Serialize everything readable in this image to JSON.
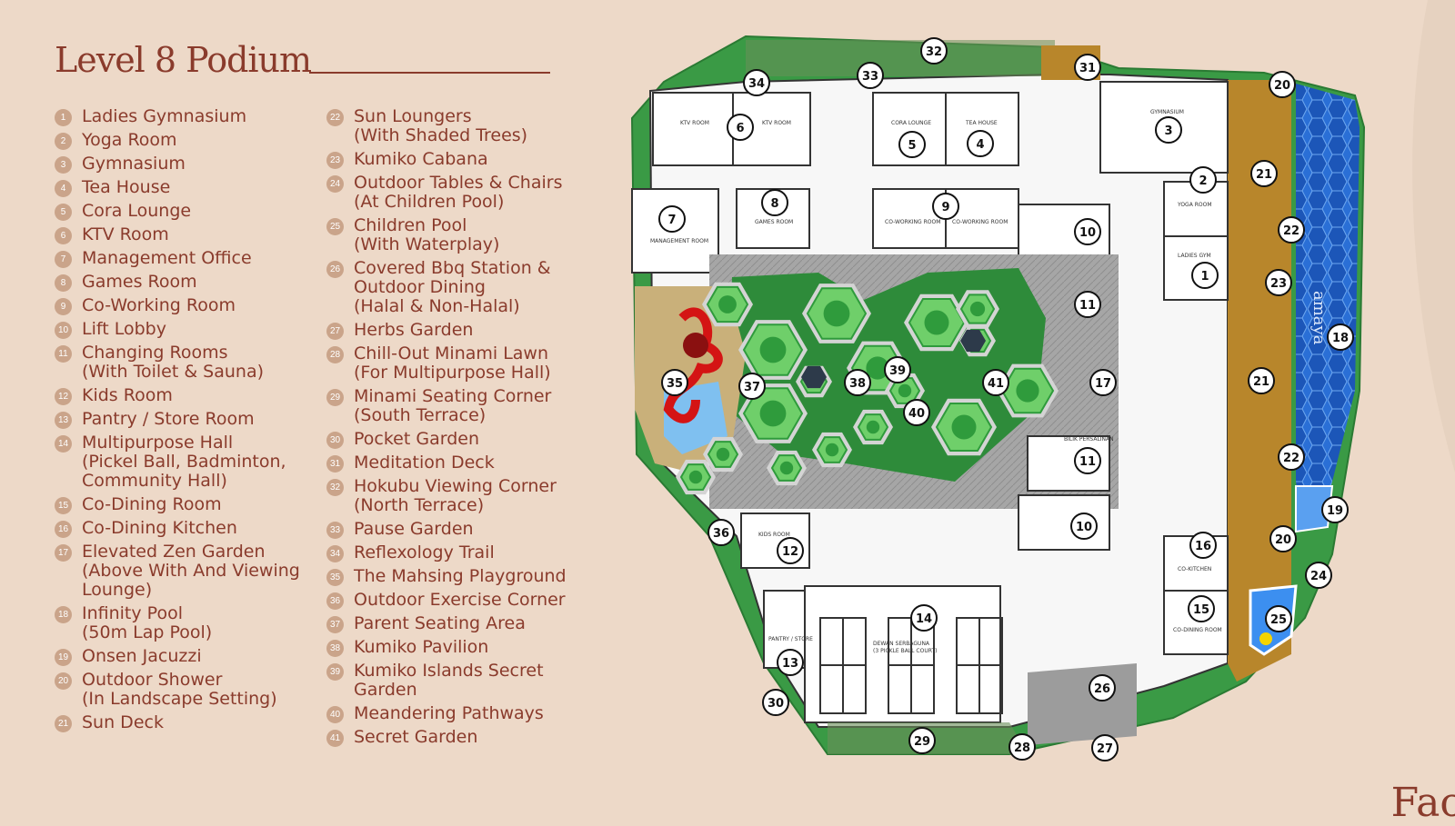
{
  "title": "Level 8 Podium",
  "corner_text": "Fac",
  "legend_col1": [
    {
      "num": "1",
      "label": "Ladies Gymnasium"
    },
    {
      "num": "2",
      "label": "Yoga Room"
    },
    {
      "num": "3",
      "label": "Gymnasium"
    },
    {
      "num": "4",
      "label": "Tea House"
    },
    {
      "num": "5",
      "label": "Cora Lounge"
    },
    {
      "num": "6",
      "label": "KTV Room"
    },
    {
      "num": "7",
      "label": "Management Office"
    },
    {
      "num": "8",
      "label": "Games Room"
    },
    {
      "num": "9",
      "label": "Co-Working Room"
    },
    {
      "num": "10",
      "label": "Lift Lobby"
    },
    {
      "num": "11",
      "label": "Changing Rooms\n(With Toilet & Sauna)"
    },
    {
      "num": "12",
      "label": "Kids Room"
    },
    {
      "num": "13",
      "label": "Pantry / Store Room"
    },
    {
      "num": "14",
      "label": "Multipurpose Hall\n(Pickel Ball, Badminton,\nCommunity Hall)"
    },
    {
      "num": "15",
      "label": "Co-Dining Room"
    },
    {
      "num": "16",
      "label": "Co-Dining Kitchen"
    },
    {
      "num": "17",
      "label": "Elevated Zen Garden\n(Above With And Viewing\nLounge)"
    },
    {
      "num": "18",
      "label": "Infinity Pool\n(50m Lap Pool)"
    },
    {
      "num": "19",
      "label": "Onsen Jacuzzi"
    },
    {
      "num": "20",
      "label": "Outdoor Shower\n(In Landscape Setting)"
    },
    {
      "num": "21",
      "label": "Sun Deck"
    }
  ],
  "legend_col2": [
    {
      "num": "22",
      "label": "Sun Loungers\n(With Shaded Trees)"
    },
    {
      "num": "23",
      "label": "Kumiko Cabana"
    },
    {
      "num": "24",
      "label": "Outdoor Tables & Chairs\n(At Children Pool)"
    },
    {
      "num": "25",
      "label": "Children Pool\n(With Waterplay)"
    },
    {
      "num": "26",
      "label": "Covered Bbq Station &\nOutdoor Dining\n(Halal & Non-Halal)"
    },
    {
      "num": "27",
      "label": "Herbs Garden"
    },
    {
      "num": "28",
      "label": "Chill-Out Minami Lawn\n(For Multipurpose Hall)"
    },
    {
      "num": "29",
      "label": "Minami Seating Corner\n(South Terrace)"
    },
    {
      "num": "30",
      "label": "Pocket Garden"
    },
    {
      "num": "31",
      "label": "Meditation Deck"
    },
    {
      "num": "32",
      "label": "Hokubu Viewing Corner\n(North Terrace)"
    },
    {
      "num": "33",
      "label": "Pause Garden"
    },
    {
      "num": "34",
      "label": "Reflexology Trail"
    },
    {
      "num": "35",
      "label": "The Mahsing Playground"
    },
    {
      "num": "36",
      "label": "Outdoor Exercise Corner"
    },
    {
      "num": "37",
      "label": "Parent Seating Area"
    },
    {
      "num": "38",
      "label": "Kumiko Pavilion"
    },
    {
      "num": "39",
      "label": "Kumiko Islands Secret\nGarden"
    },
    {
      "num": "40",
      "label": "Meandering Pathways"
    },
    {
      "num": "41",
      "label": "Secret Garden"
    }
  ],
  "map": {
    "room_labels": {
      "ktv_a": "KTV ROOM",
      "ktv_b": "KTV ROOM",
      "cora": "CORA LOUNGE",
      "tea": "TEA HOUSE",
      "gym": "GYMNASIUM",
      "mgmt": "MANAGEMENT ROOM",
      "games": "GAMES ROOM",
      "cowork_a": "CO-WORKING ROOM",
      "cowork_b": "CO-WORKING ROOM",
      "yoga": "YOGA ROOM",
      "ladies": "LADIES GYM",
      "kids": "KIDS ROOM",
      "pantry": "PANTRY / STORE",
      "hall": "DEWAN SERBAGUNA\n(3 PICKLE BALL COURT)",
      "kitchen": "CO-KITCHEN",
      "dining": "CO-DINING ROOM",
      "bilik": "BILIK PERSALINAN"
    },
    "pool_logo": "amaya",
    "colors": {
      "background": "#edd9c8",
      "accent": "#8a3b2c",
      "badge": "#caa48a",
      "lawn": "#2e8b3a",
      "deck": "#b8862b",
      "pool": "#1f6fd1"
    }
  }
}
